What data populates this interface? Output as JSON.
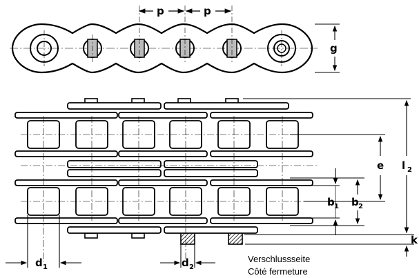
{
  "top_view": {
    "pitch_label": "p",
    "height_label": "g"
  },
  "front_view": {
    "e_label": "e",
    "l_label": "l",
    "l_sub": "2",
    "b1_label": "b",
    "b1_sub": "1",
    "b2_label": "b",
    "b2_sub": "2",
    "k_label": "k",
    "d1_label": "d",
    "d1_sub": "1",
    "d2_label": "d",
    "d2_sub": "2"
  },
  "notes": {
    "closing_side_de": "Verschlussseite",
    "closing_side_fr": "Côté fermeture"
  }
}
